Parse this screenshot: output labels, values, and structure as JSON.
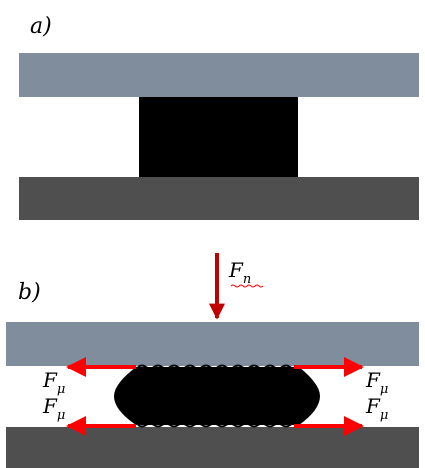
{
  "panels": {
    "a": {
      "label": "a)"
    },
    "b": {
      "label": "b)"
    }
  },
  "forces": {
    "normal": {
      "symbol": "F",
      "subscript": "n"
    },
    "friction": {
      "symbol": "F",
      "subscript": "μ"
    }
  },
  "colors": {
    "upper_plate": "#7f8d9d",
    "lower_plate": "#4f4f4f",
    "specimen": "#000000",
    "friction_arrow": "#ff0000",
    "normal_arrow": "#c00000",
    "background": "#ffffff"
  }
}
